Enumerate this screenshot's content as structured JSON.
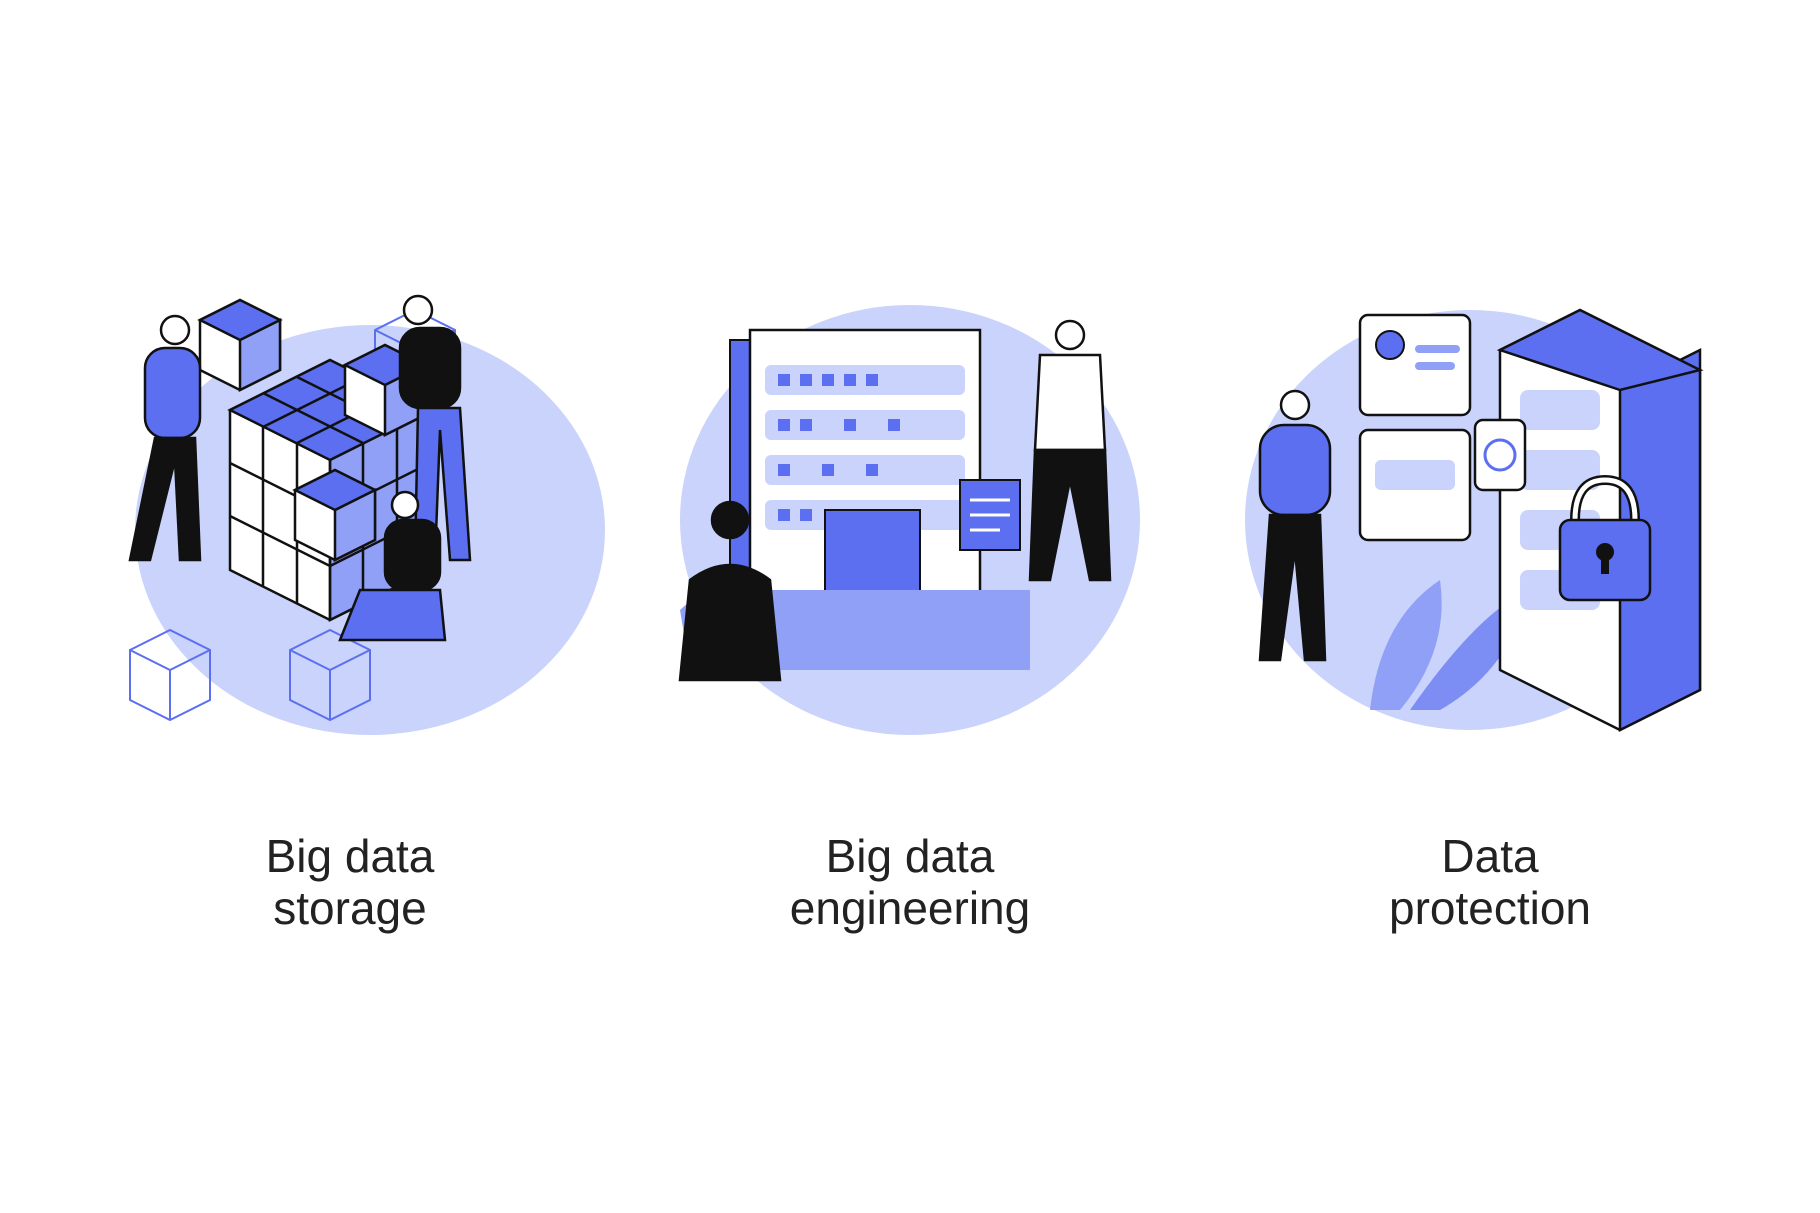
{
  "colors": {
    "accent": "#5b6ff0",
    "light": "#c9d3fb",
    "mid": "#8fa0f6",
    "ink": "#111111"
  },
  "illustrations": [
    {
      "id": "storage",
      "icon": "stacked-cubes-illustration",
      "caption_line1": "Big data",
      "caption_line2": "storage"
    },
    {
      "id": "engineering",
      "icon": "server-dashboard-illustration",
      "caption_line1": "Big data",
      "caption_line2": "engineering"
    },
    {
      "id": "protection",
      "icon": "padlock-server-illustration",
      "caption_line1": "Data",
      "caption_line2": "protection"
    }
  ]
}
